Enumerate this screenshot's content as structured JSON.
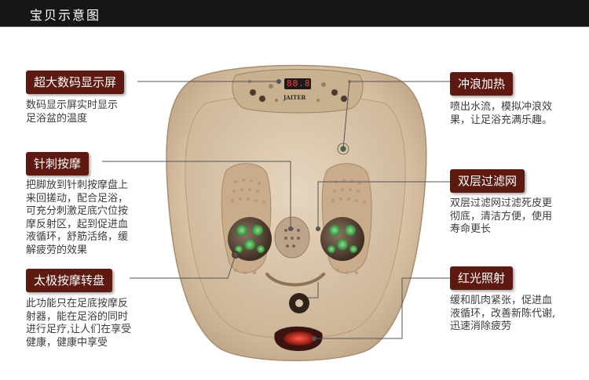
{
  "header": {
    "title": "宝贝示意图"
  },
  "display": {
    "readout": "88.8"
  },
  "logo": {
    "text": "JAITER"
  },
  "callouts": [
    {
      "id": "display",
      "title": "超大数码显示屏",
      "lines": [
        "数码显示屏实时显示",
        "足浴盆的温度"
      ]
    },
    {
      "id": "acupoint",
      "title": "针刺按摩",
      "lines": [
        "把脚放到针刺按摩盘上",
        "来回搓动，配合足浴，",
        "可充分刺激足底穴位按",
        "摩反射区，起到促进血",
        "液循环，舒筋活络，缓",
        "解疲劳的效果"
      ]
    },
    {
      "id": "taiji",
      "title": "太极按摩转盘",
      "lines": [
        "此功能只在足底按摩反",
        "射器，能在足浴的同时",
        "进行足疗,让人们在享受",
        "健康，健康中享受"
      ]
    },
    {
      "id": "surf",
      "title": "冲浪加热",
      "lines": [
        "喷出水流，模拟冲浪效",
        "果，让足浴充满乐趣。"
      ]
    },
    {
      "id": "filter",
      "title": "双层过滤网",
      "lines": [
        "双层过滤网过滤死皮更",
        "彻底，清洁方便，使用",
        "寿命更长"
      ]
    },
    {
      "id": "redlight",
      "title": "红光照射",
      "lines": [
        "缓和肌肉紧张，促进血",
        "液循环，改善新陈代谢,",
        "迅速消除疲劳"
      ]
    }
  ],
  "colors": {
    "badge": "#5e1a10",
    "basin": "#d9c3a8",
    "topbar": "#161616"
  }
}
